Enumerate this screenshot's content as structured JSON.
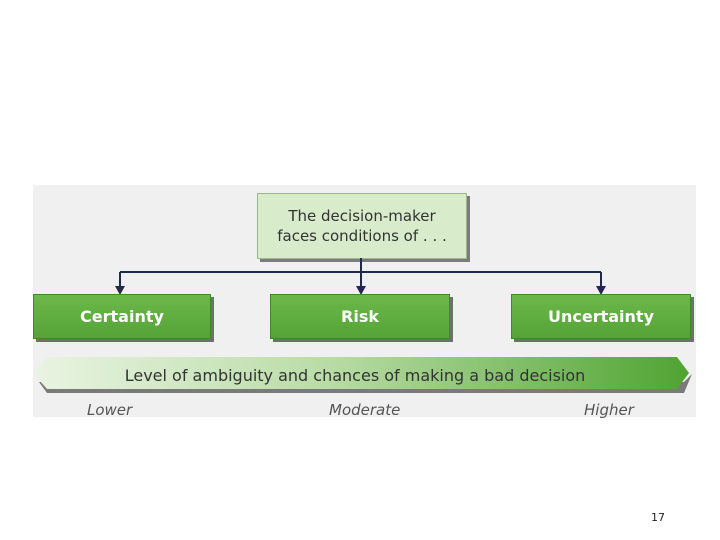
{
  "top_box": {
    "line1": "The decision-maker",
    "line2": "faces conditions of . . ."
  },
  "conditions": [
    "Certainty",
    "Risk",
    "Uncertainty"
  ],
  "scale": {
    "label": "Level of ambiguity and chances of making a bad decision",
    "levels": [
      "Lower",
      "Moderate",
      "Higher"
    ]
  },
  "colors": {
    "box_green": "#5aa93c",
    "top_box_fill": "#d8ebcb",
    "connector": "#1f2a4d"
  },
  "page_number": "17"
}
